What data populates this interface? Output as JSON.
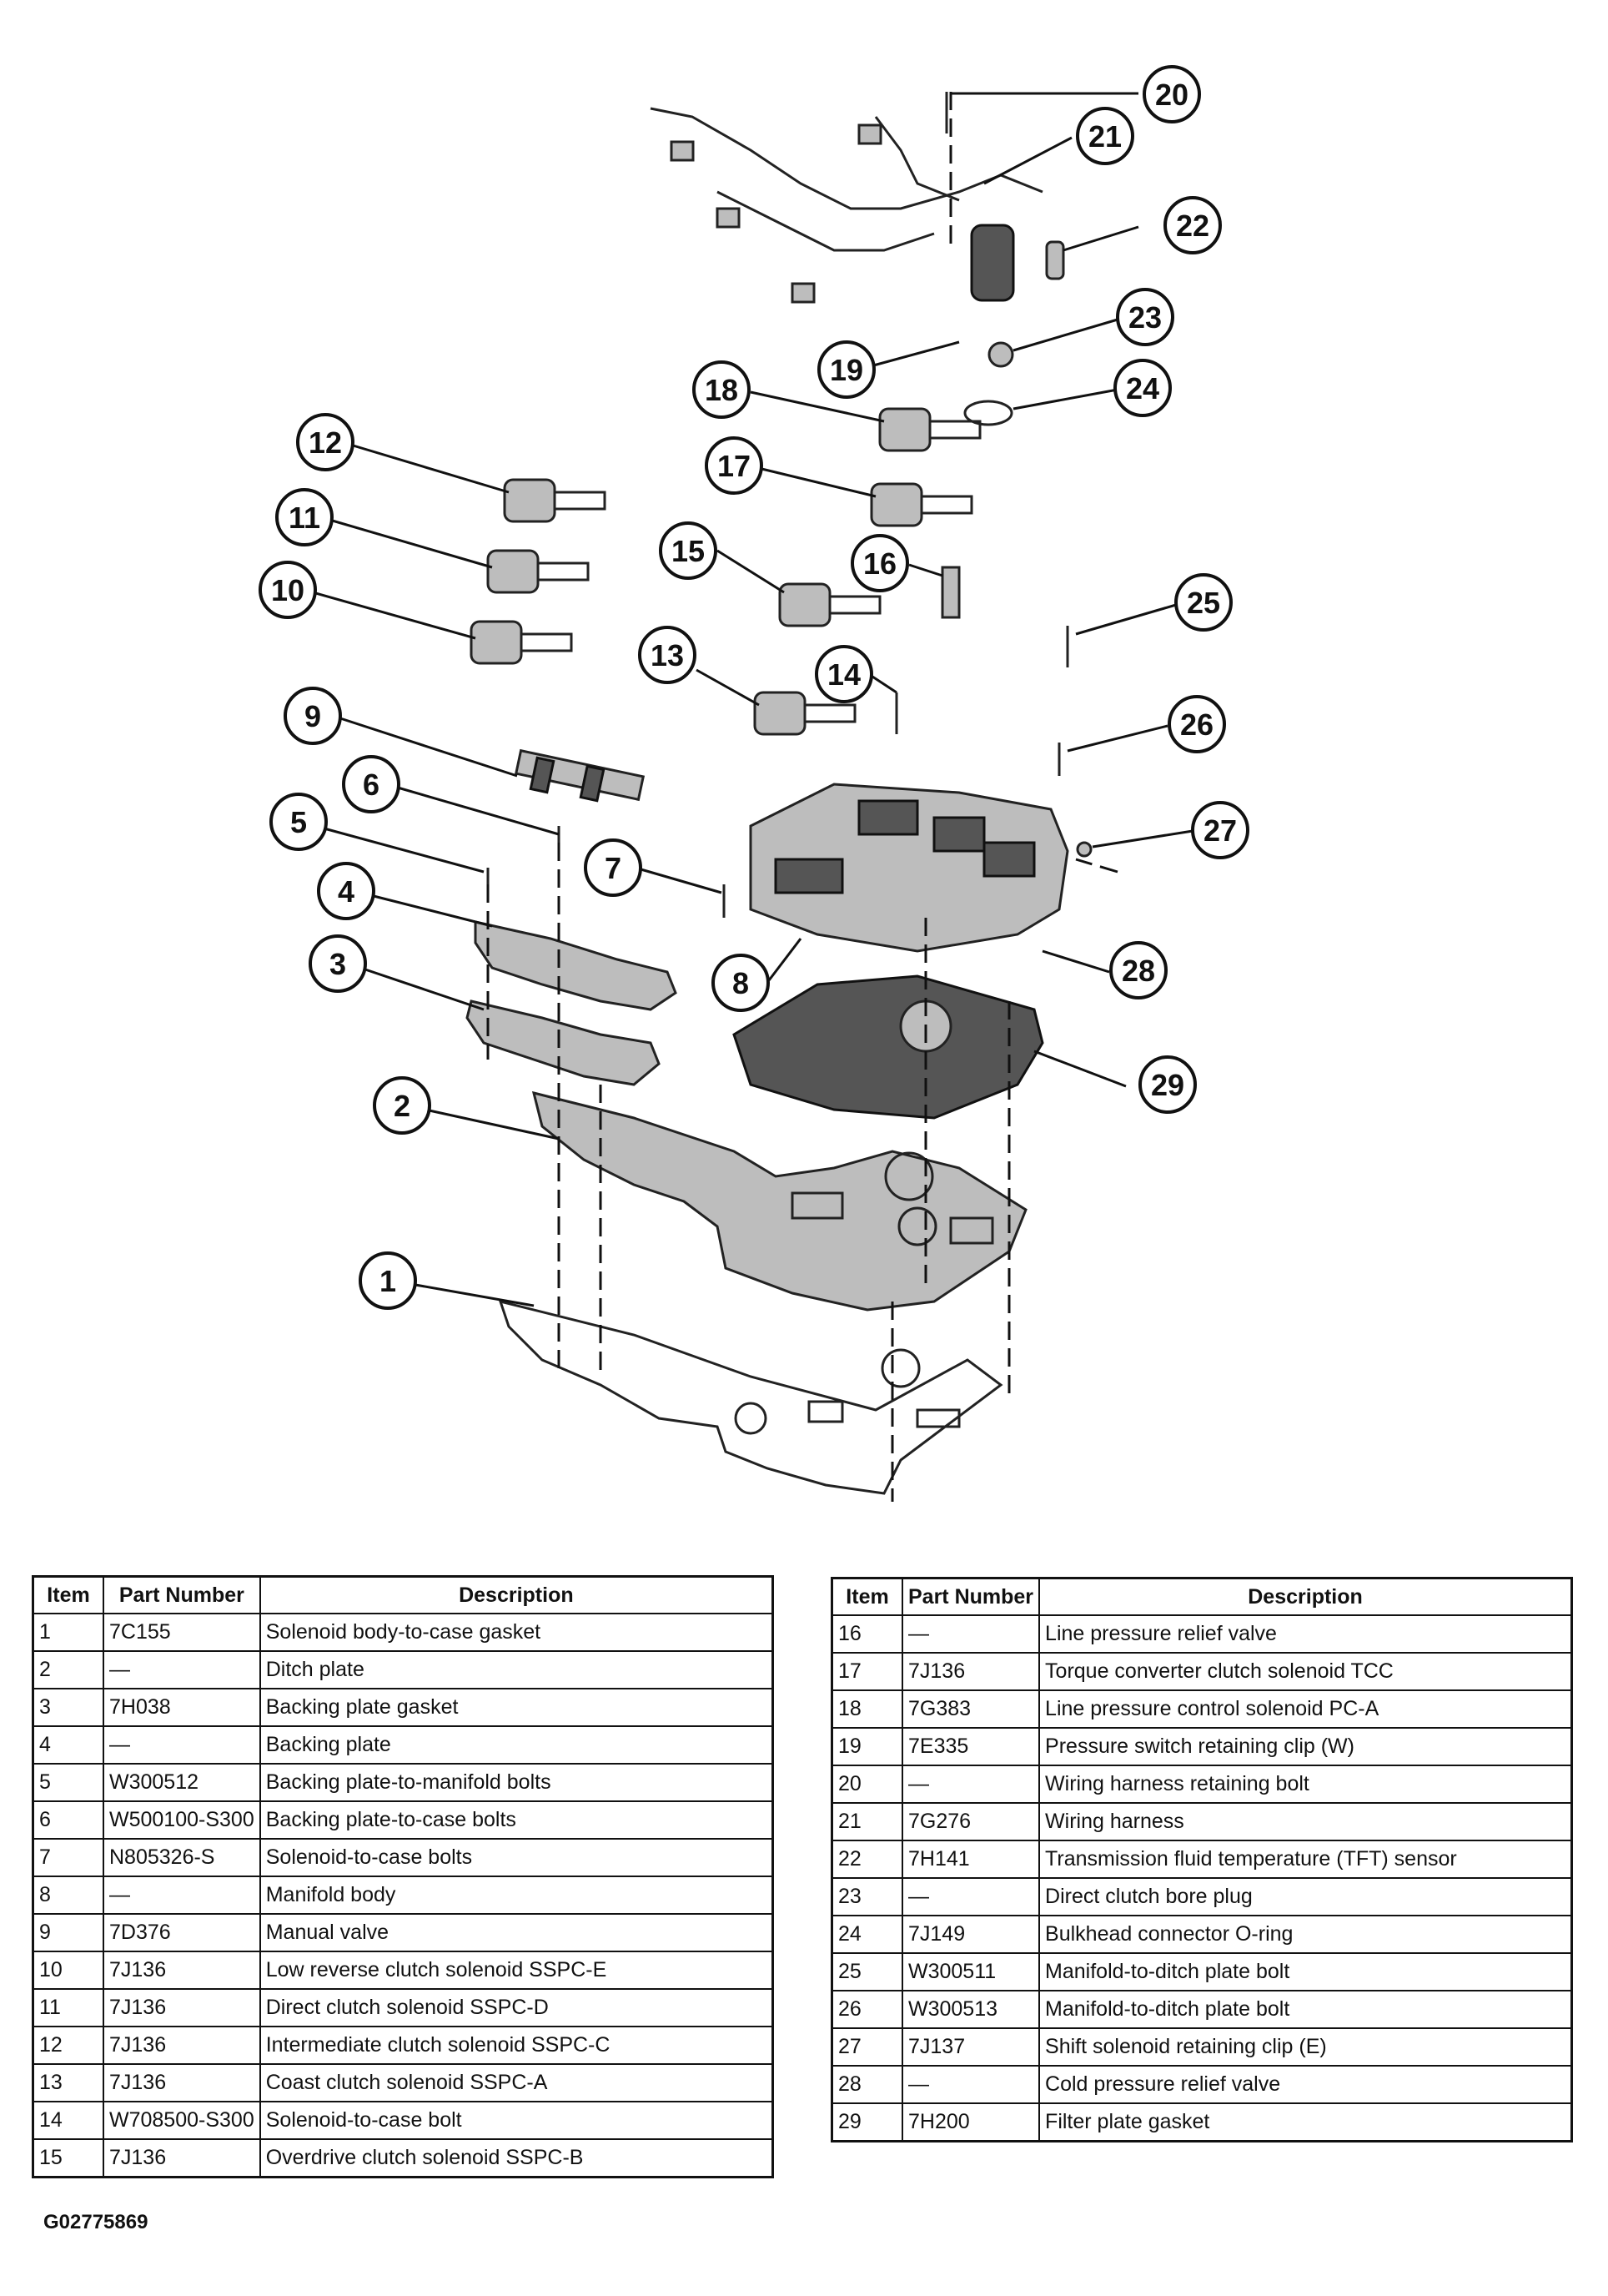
{
  "callouts": [
    "1",
    "2",
    "3",
    "4",
    "5",
    "6",
    "7",
    "8",
    "9",
    "10",
    "11",
    "12",
    "13",
    "14",
    "15",
    "16",
    "17",
    "18",
    "19",
    "20",
    "21",
    "22",
    "23",
    "24",
    "25",
    "26",
    "27",
    "28",
    "29"
  ],
  "tables": {
    "headers": {
      "item": "Item",
      "part_number": "Part Number",
      "description": "Description"
    },
    "left": [
      {
        "item": "1",
        "part": "7C155",
        "desc": "Solenoid body-to-case gasket"
      },
      {
        "item": "2",
        "part": "—",
        "desc": "Ditch plate"
      },
      {
        "item": "3",
        "part": "7H038",
        "desc": "Backing plate gasket"
      },
      {
        "item": "4",
        "part": "—",
        "desc": "Backing plate"
      },
      {
        "item": "5",
        "part": "W300512",
        "desc": "Backing plate-to-manifold bolts"
      },
      {
        "item": "6",
        "part": "W500100-S300",
        "desc": "Backing plate-to-case bolts"
      },
      {
        "item": "7",
        "part": "N805326-S",
        "desc": "Solenoid-to-case bolts"
      },
      {
        "item": "8",
        "part": "—",
        "desc": "Manifold body"
      },
      {
        "item": "9",
        "part": "7D376",
        "desc": "Manual valve"
      },
      {
        "item": "10",
        "part": "7J136",
        "desc": "Low reverse clutch solenoid SSPC-E"
      },
      {
        "item": "11",
        "part": "7J136",
        "desc": "Direct clutch solenoid SSPC-D"
      },
      {
        "item": "12",
        "part": "7J136",
        "desc": "Intermediate clutch solenoid SSPC-C"
      },
      {
        "item": "13",
        "part": "7J136",
        "desc": "Coast clutch solenoid SSPC-A"
      },
      {
        "item": "14",
        "part": "W708500-S300",
        "desc": "Solenoid-to-case bolt"
      },
      {
        "item": "15",
        "part": "7J136",
        "desc": "Overdrive clutch solenoid SSPC-B"
      }
    ],
    "right": [
      {
        "item": "16",
        "part": "—",
        "desc": "Line pressure relief valve"
      },
      {
        "item": "17",
        "part": "7J136",
        "desc": "Torque converter clutch solenoid TCC"
      },
      {
        "item": "18",
        "part": "7G383",
        "desc": "Line pressure control solenoid PC-A"
      },
      {
        "item": "19",
        "part": "7E335",
        "desc": "Pressure switch retaining clip (W)"
      },
      {
        "item": "20",
        "part": "—",
        "desc": "Wiring harness retaining bolt"
      },
      {
        "item": "21",
        "part": "7G276",
        "desc": "Wiring harness"
      },
      {
        "item": "22",
        "part": "7H141",
        "desc": "Transmission fluid temperature (TFT) sensor"
      },
      {
        "item": "23",
        "part": "—",
        "desc": "Direct clutch bore plug"
      },
      {
        "item": "24",
        "part": "7J149",
        "desc": "Bulkhead connector O-ring"
      },
      {
        "item": "25",
        "part": "W300511",
        "desc": "Manifold-to-ditch plate bolt"
      },
      {
        "item": "26",
        "part": "W300513",
        "desc": "Manifold-to-ditch plate bolt"
      },
      {
        "item": "27",
        "part": "7J137",
        "desc": "Shift solenoid retaining clip (E)"
      },
      {
        "item": "28",
        "part": "—",
        "desc": "Cold pressure relief valve"
      },
      {
        "item": "29",
        "part": "7H200",
        "desc": "Filter plate gasket"
      }
    ]
  },
  "figure_id": "G02775869"
}
